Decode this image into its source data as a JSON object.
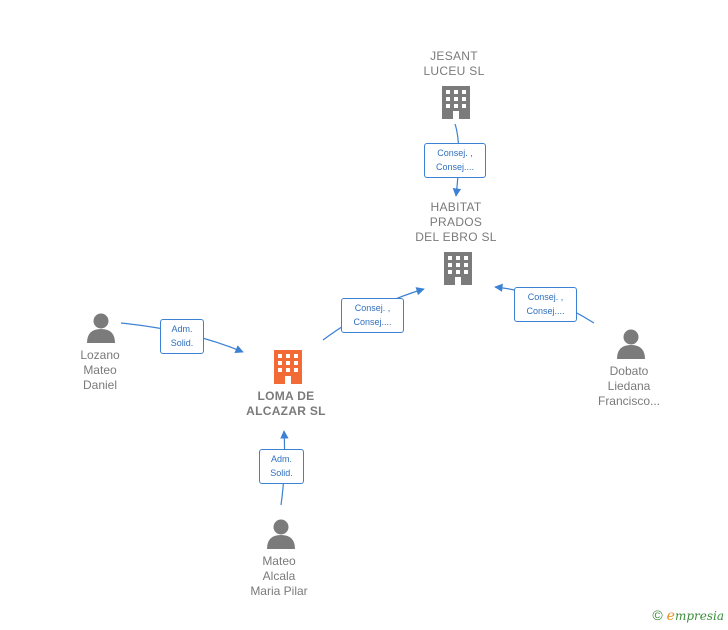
{
  "nodes": {
    "jesant": {
      "lines": [
        "JESANT",
        "LUCEU  SL"
      ]
    },
    "habitat": {
      "lines": [
        "HABITAT",
        "PRADOS",
        "DEL EBRO  SL"
      ]
    },
    "loma": {
      "lines": [
        "LOMA DE",
        "ALCAZAR  SL"
      ]
    },
    "lozano": {
      "lines": [
        "Lozano",
        "Mateo",
        "Daniel"
      ]
    },
    "dobato": {
      "lines": [
        "Dobato",
        "Liedana",
        "Francisco..."
      ]
    },
    "mateo": {
      "lines": [
        "Mateo",
        "Alcala",
        "Maria Pilar"
      ]
    }
  },
  "edges": {
    "jesant_habitat": {
      "lines": [
        "Consej. ,",
        "Consej...."
      ]
    },
    "loma_habitat": {
      "lines": [
        "Consej. ,",
        "Consej...."
      ]
    },
    "dobato_habitat": {
      "lines": [
        "Consej. ,",
        "Consej...."
      ]
    },
    "lozano_loma": {
      "lines": [
        "Adm.",
        "Solid."
      ]
    },
    "mateo_loma": {
      "lines": [
        "Adm.",
        "Solid."
      ]
    }
  },
  "footer": {
    "copyright": "©",
    "brand_initial": "e",
    "brand_rest": "mpresia"
  },
  "colors": {
    "edge": "#3b82d4",
    "company": "#7b7b7b",
    "focus_company": "#f26a36",
    "person": "#7b7b7b"
  }
}
